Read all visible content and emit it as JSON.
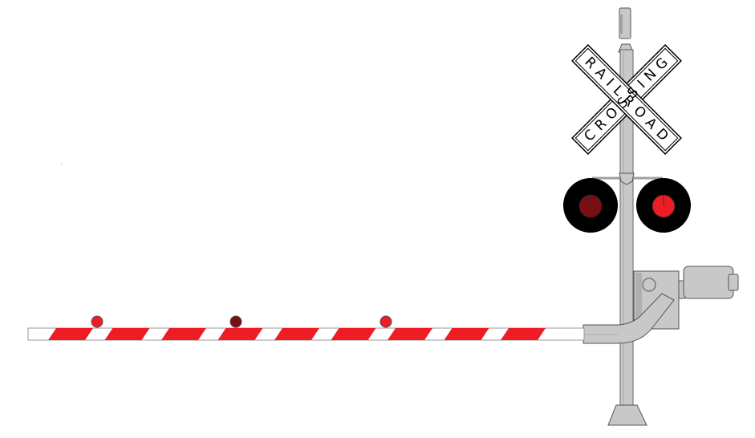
{
  "sign": {
    "word1": "RAILROAD",
    "word2": "CROSSING"
  },
  "colors": {
    "metal": "#c8c8c8",
    "metal_dark": "#a0a0a0",
    "outline": "#555555",
    "stripe_red": "#ee1c24",
    "lamp_lit": "#ee1c24",
    "lamp_dim": "#7a0e12",
    "lamp_housing": "#000000",
    "background": "#ffffff"
  },
  "signal_lamps": [
    {
      "name": "left",
      "state": "dim"
    },
    {
      "name": "right",
      "state": "lit"
    }
  ],
  "gate_arm_lights": [
    {
      "name": "gate-light-1",
      "state": "lit"
    },
    {
      "name": "gate-light-2",
      "state": "dim"
    },
    {
      "name": "gate-light-3",
      "state": "lit"
    }
  ],
  "gate_arm": {
    "stripe_count": 9,
    "position": "lowered"
  }
}
